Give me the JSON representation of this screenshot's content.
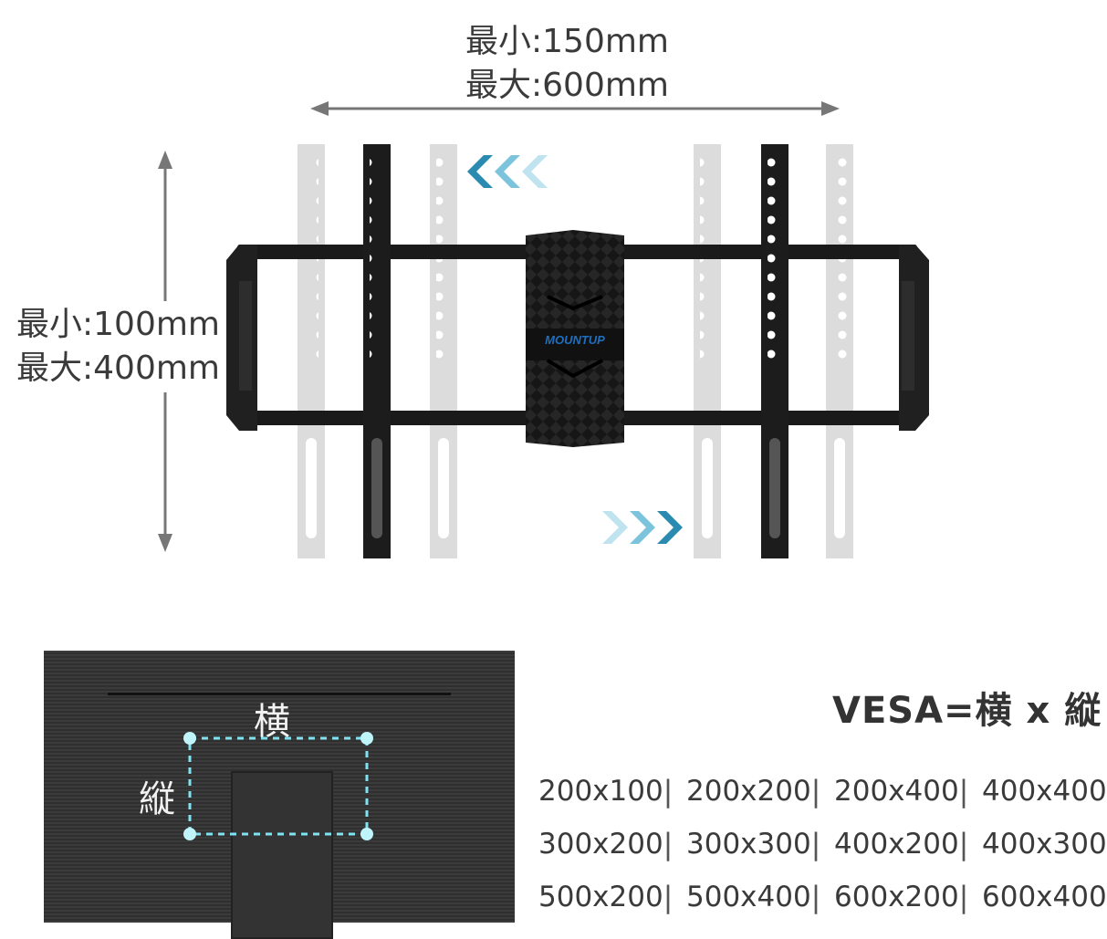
{
  "dimensions": {
    "width": {
      "min": "最小:150mm",
      "max": "最大:600mm"
    },
    "height": {
      "min": "最小:100mm",
      "max": "最大:400mm"
    }
  },
  "brand_logo": "MOUNTUP",
  "tv_labels": {
    "horizontal": "横",
    "vertical": "縦"
  },
  "vesa": {
    "title": "VESA=横 x 縦",
    "separator": "|",
    "rows": [
      [
        "200x100",
        "200x200",
        "200x400",
        "400x400"
      ],
      [
        "300x200",
        "300x300",
        "400x200",
        "400x300"
      ],
      [
        "500x200",
        "500x400",
        "600x200",
        "600x400"
      ]
    ]
  },
  "colors": {
    "accent": "#1e6fc0",
    "arrow_light": "#a9d8e8",
    "arrow_dark": "#2a8ab0",
    "bracket": "#1a1a1a",
    "ghost_bracket": "#d9d9d9",
    "vesa_glow": "#7fe3f2"
  },
  "icons": [
    "double-headed-arrow-icon",
    "left-chevrons-icon",
    "right-chevrons-icon"
  ]
}
